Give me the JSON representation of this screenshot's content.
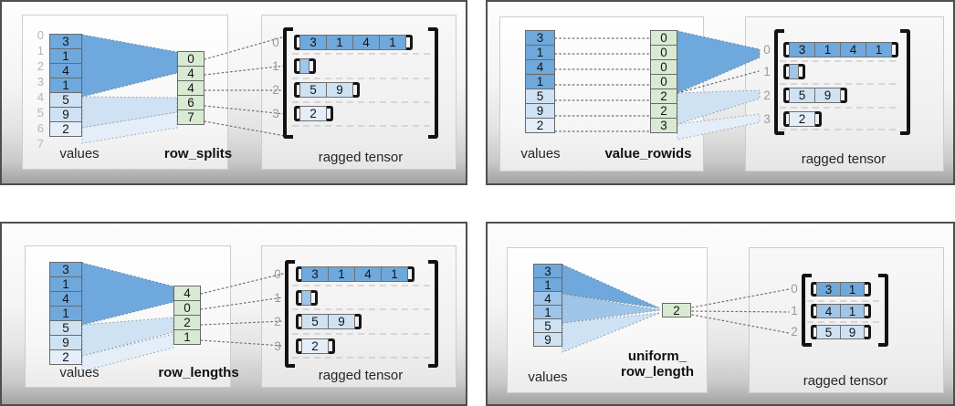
{
  "figure": "ragged tensor row-partition encodings",
  "palette": {
    "blue_dark": "#6fa8dc",
    "blue_mid": "#9fc5e8",
    "blue_light": "#cfe2f3",
    "blue_lighter": "#e3eef9",
    "green": "#d9ead3",
    "index_gray": "#b5b5b5",
    "row_index_gray": "#9a9a9a"
  },
  "panels": [
    {
      "name": "row_splits",
      "values_label": "values",
      "key_label": "row_splits",
      "tensor_label": "ragged tensor",
      "values": [
        "3",
        "1",
        "4",
        "1",
        "5",
        "9",
        "2"
      ],
      "boundary_indices": [
        "0",
        "1",
        "2",
        "3",
        "4",
        "5",
        "6",
        "7"
      ],
      "keys": [
        "0",
        "4",
        "4",
        "6",
        "7"
      ],
      "row_indices": [
        "0",
        "1",
        "2",
        "3"
      ],
      "rows": [
        [
          "3",
          "1",
          "4",
          "1"
        ],
        [],
        [
          "5",
          "9"
        ],
        [
          "2"
        ]
      ]
    },
    {
      "name": "value_rowids",
      "values_label": "values",
      "key_label": "value_rowids",
      "tensor_label": "ragged tensor",
      "values": [
        "3",
        "1",
        "4",
        "1",
        "5",
        "9",
        "2"
      ],
      "keys": [
        "0",
        "0",
        "0",
        "0",
        "2",
        "2",
        "3"
      ],
      "row_indices": [
        "0",
        "1",
        "2",
        "3"
      ],
      "rows": [
        [
          "3",
          "1",
          "4",
          "1"
        ],
        [],
        [
          "5",
          "9"
        ],
        [
          "2"
        ]
      ]
    },
    {
      "name": "row_lengths",
      "values_label": "values",
      "key_label": "row_lengths",
      "tensor_label": "ragged tensor",
      "values": [
        "3",
        "1",
        "4",
        "1",
        "5",
        "9",
        "2"
      ],
      "keys": [
        "4",
        "0",
        "2",
        "1"
      ],
      "row_indices": [
        "0",
        "1",
        "2",
        "3"
      ],
      "rows": [
        [
          "3",
          "1",
          "4",
          "1"
        ],
        [],
        [
          "5",
          "9"
        ],
        [
          "2"
        ]
      ]
    },
    {
      "name": "uniform_row_length",
      "values_label": "values",
      "key_label": "uniform_",
      "key_label2": "row_length",
      "tensor_label": "ragged tensor",
      "values": [
        "3",
        "1",
        "4",
        "1",
        "5",
        "9"
      ],
      "keys": [
        "2"
      ],
      "row_indices": [
        "0",
        "1",
        "2"
      ],
      "rows": [
        [
          "3",
          "1"
        ],
        [
          "4",
          "1"
        ],
        [
          "5",
          "9"
        ]
      ]
    }
  ]
}
